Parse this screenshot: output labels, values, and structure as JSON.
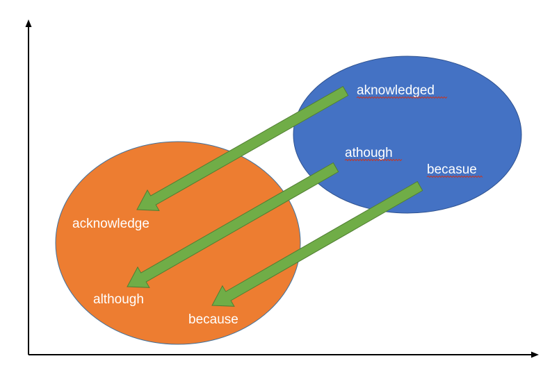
{
  "diagram": {
    "source_words": {
      "w1": "aknowledged",
      "w2": "athough",
      "w3": "becasue"
    },
    "target_words": {
      "w1": "acknowledge",
      "w2": "although",
      "w3": "because"
    }
  },
  "colors": {
    "source_ellipse": "#4472c4",
    "target_ellipse": "#ed7d31",
    "arrow_fill": "#70ad47",
    "arrow_stroke": "#507e32",
    "axis": "#000000",
    "label_text": "#ffffff",
    "spellcheck_underline": "#c03a2b"
  }
}
